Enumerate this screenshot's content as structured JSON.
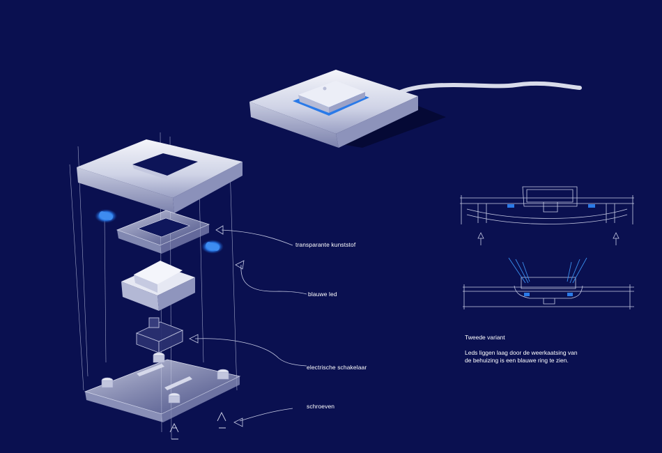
{
  "labels": {
    "transparent_plastic": "transparante kunststof",
    "blue_led": "blauwe led",
    "electric_switch": "electrische schakelaar",
    "screws": "schroeven"
  },
  "variant_note": {
    "title": "Tweede variant",
    "line1": "Leds liggen laag door de weerkaatsing van",
    "line2": "de behuizing is een blauwe ring te zien."
  },
  "colors": {
    "background": "#0a1050",
    "led_blue": "#2a7ae8",
    "sketch_line": "#c9cde6"
  }
}
